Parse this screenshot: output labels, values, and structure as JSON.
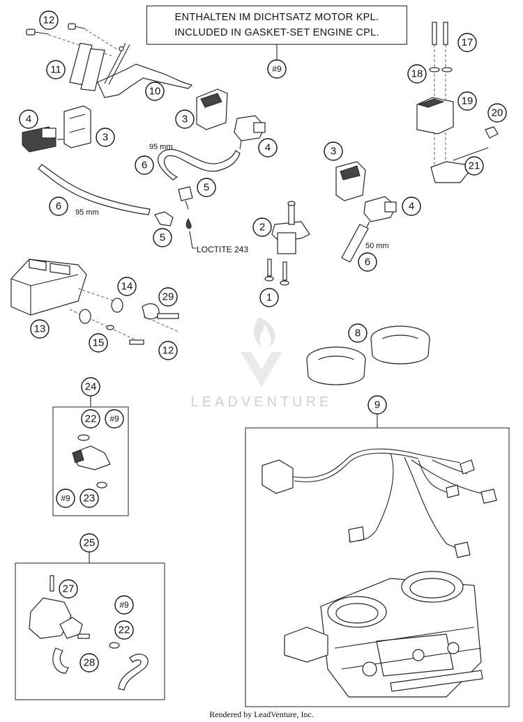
{
  "header": {
    "line1": "ENTHALTEN IM DICHTSATZ MOTOR KPL.",
    "line2": "INCLUDED IN GASKET-SET ENGINE CPL."
  },
  "notes": {
    "hose_95_top": "95 mm",
    "hose_95_left": "95 mm",
    "hose_50": "50 mm",
    "loctite": "LOCTITE 243"
  },
  "callouts": {
    "c12a": "12",
    "c11": "11",
    "c10": "10",
    "c9hdr": "#9",
    "c17": "17",
    "c18": "18",
    "c19": "19",
    "c20": "20",
    "c21": "21",
    "c4a": "4",
    "c3a": "3",
    "c3b": "3",
    "c4b": "4",
    "c6a": "6",
    "c5a": "5",
    "c6b": "6",
    "c5b": "5",
    "c3c": "3",
    "c4c": "4",
    "c2": "2",
    "c6c": "6",
    "c1": "1",
    "c13": "13",
    "c14": "14",
    "c29": "29",
    "c15": "15",
    "c12b": "12",
    "c8": "8",
    "c24": "24",
    "c22a": "22",
    "c9a": "#9",
    "c9b": "#9",
    "c23": "23",
    "c9main": "9",
    "c25": "25",
    "c27": "27",
    "c9c": "#9",
    "c22b": "22",
    "c28": "28"
  },
  "watermark": "LEADVENTURE",
  "footer": "Rendered by LeadVenture, Inc."
}
